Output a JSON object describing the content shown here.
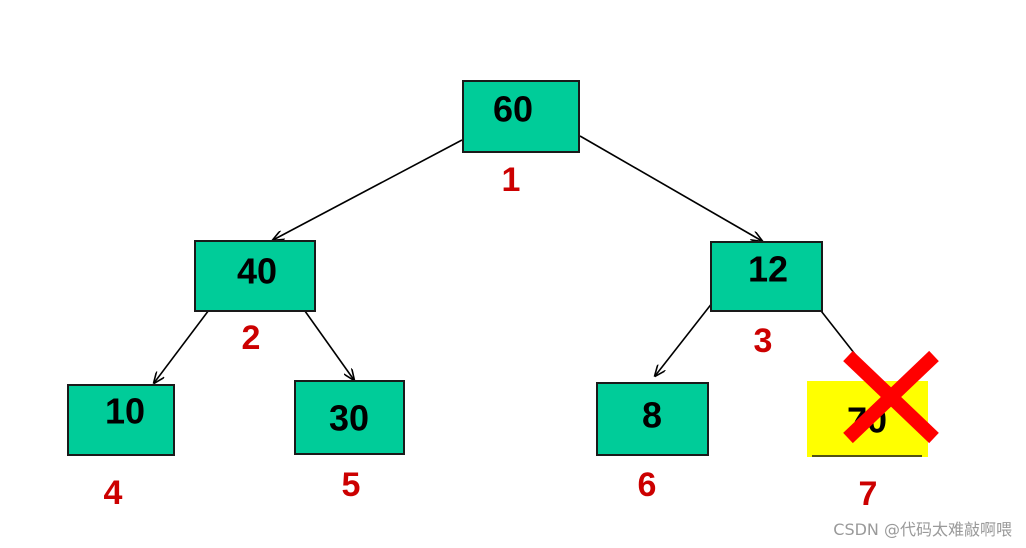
{
  "nodes": [
    {
      "id": "n1",
      "value": "60",
      "index": "1"
    },
    {
      "id": "n2",
      "value": "40",
      "index": "2"
    },
    {
      "id": "n3",
      "value": "12",
      "index": "3"
    },
    {
      "id": "n4",
      "value": "10",
      "index": "4"
    },
    {
      "id": "n5",
      "value": "30",
      "index": "5"
    },
    {
      "id": "n6",
      "value": "8",
      "index": "6"
    },
    {
      "id": "n7",
      "value": "70",
      "index": "7",
      "removed": true
    }
  ],
  "edges": [
    {
      "from": "n1",
      "to": "n2"
    },
    {
      "from": "n1",
      "to": "n3"
    },
    {
      "from": "n2",
      "to": "n4"
    },
    {
      "from": "n2",
      "to": "n5"
    },
    {
      "from": "n3",
      "to": "n6"
    },
    {
      "from": "n3",
      "to": "n7"
    }
  ],
  "colors": {
    "node_fill": "#00cc99",
    "removed_fill": "#ffff00",
    "index_text": "#cc0000",
    "cross": "#ff0000"
  },
  "watermark": "CSDN @代码太难敲啊喂"
}
